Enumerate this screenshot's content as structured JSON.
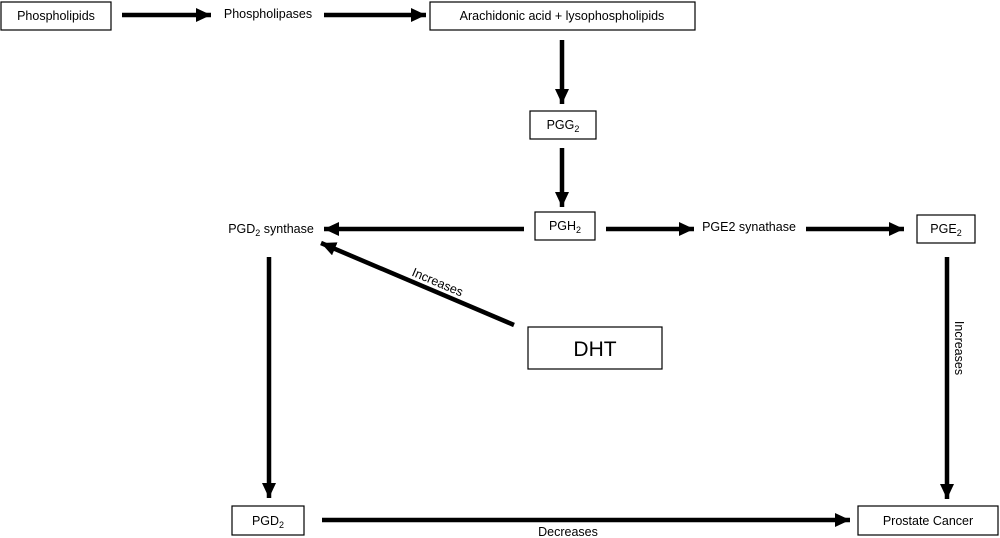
{
  "nodes": {
    "phospholipids": "Phospholipids",
    "phospholipases": "Phospholipases",
    "arachidonic": "Arachidonic acid  + lysophospholipids",
    "pgg2": {
      "base": "PGG",
      "sub": "2"
    },
    "pgh2": {
      "base": "PGH",
      "sub": "2"
    },
    "pgd2_synthase": {
      "base": "PGD",
      "sub": "2",
      "suffix": " synthase"
    },
    "pge2_synthase": "PGE2 synathase",
    "pge2": {
      "base": "PGE",
      "sub": "2"
    },
    "dht": "DHT",
    "pgd2": {
      "base": "PGD",
      "sub": "2"
    },
    "prostate_cancer": "Prostate Cancer"
  },
  "edge_labels": {
    "dht_increases": "Increases",
    "pge2_increases": "Increases",
    "pgd2_decreases": "Decreases"
  }
}
